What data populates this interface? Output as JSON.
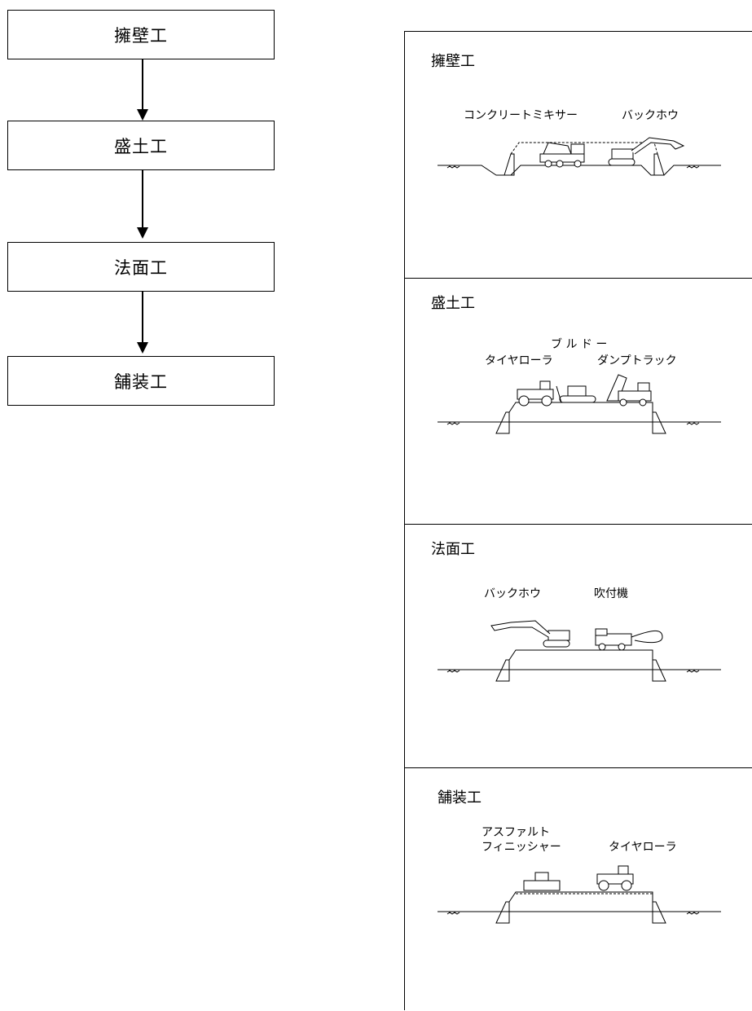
{
  "flow": {
    "steps": [
      "擁壁工",
      "盛土工",
      "法面工",
      "舗装工"
    ]
  },
  "panels": [
    {
      "title": "擁壁工",
      "labels": [
        "コンクリートミキサー",
        "バックホウ"
      ]
    },
    {
      "title": "盛土工",
      "labels": [
        "ブ ル ド ー",
        "タイヤローラ",
        "ダンプトラック"
      ]
    },
    {
      "title": "法面工",
      "labels": [
        "バックホウ",
        "吹付機"
      ]
    },
    {
      "title": "舗装工",
      "labels": [
        "アスファルト",
        "フィニッシャー",
        "タイヤローラ"
      ]
    }
  ]
}
